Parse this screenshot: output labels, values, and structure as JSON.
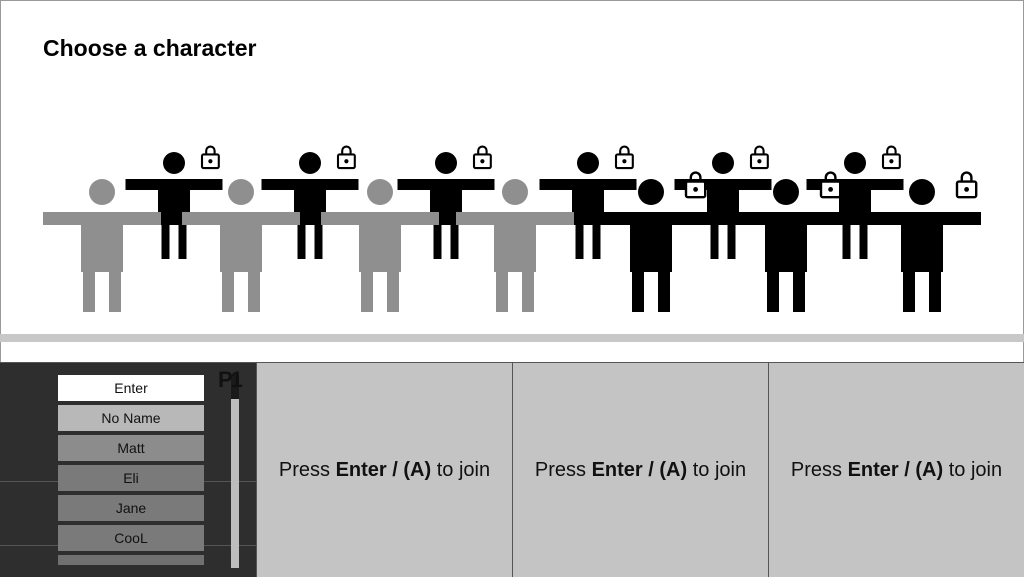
{
  "header": {
    "title": "Choose a character"
  },
  "characters": [
    {
      "id": "front-1",
      "row": "front",
      "tone": "gray",
      "locked": false
    },
    {
      "id": "front-2",
      "row": "front",
      "tone": "gray",
      "locked": false
    },
    {
      "id": "front-3",
      "row": "front",
      "tone": "gray",
      "locked": false
    },
    {
      "id": "front-4",
      "row": "front",
      "tone": "gray",
      "locked": false
    },
    {
      "id": "front-5",
      "row": "front",
      "tone": "black",
      "locked": true
    },
    {
      "id": "front-6",
      "row": "front",
      "tone": "black",
      "locked": true
    },
    {
      "id": "front-7",
      "row": "front",
      "tone": "black",
      "locked": true
    },
    {
      "id": "back-1",
      "row": "back",
      "tone": "black",
      "locked": true
    },
    {
      "id": "back-2",
      "row": "back",
      "tone": "black",
      "locked": true
    },
    {
      "id": "back-3",
      "row": "back",
      "tone": "black",
      "locked": true
    },
    {
      "id": "back-4",
      "row": "back",
      "tone": "black",
      "locked": true
    },
    {
      "id": "back-5",
      "row": "back",
      "tone": "black",
      "locked": true
    },
    {
      "id": "back-6",
      "row": "back",
      "tone": "black",
      "locked": true
    }
  ],
  "player1": {
    "tag": "P1",
    "names": [
      "Enter",
      "No Name",
      "Matt",
      "Eli",
      "Jane",
      "CooL"
    ],
    "selected_index": 0,
    "scroll_fraction": 0.0
  },
  "join_slots": [
    {
      "prefix": "Press ",
      "key": "Enter / (A)",
      "suffix": " to join"
    },
    {
      "prefix": "Press ",
      "key": "Enter / (A)",
      "suffix": " to join"
    },
    {
      "prefix": "Press ",
      "key": "Enter / (A)",
      "suffix": " to join"
    }
  ],
  "colors": {
    "gray_figure": "#8f8f8f",
    "black_figure": "#000000",
    "divider": "#c8c8c8"
  },
  "icons": {
    "lock": "padlock-icon"
  }
}
